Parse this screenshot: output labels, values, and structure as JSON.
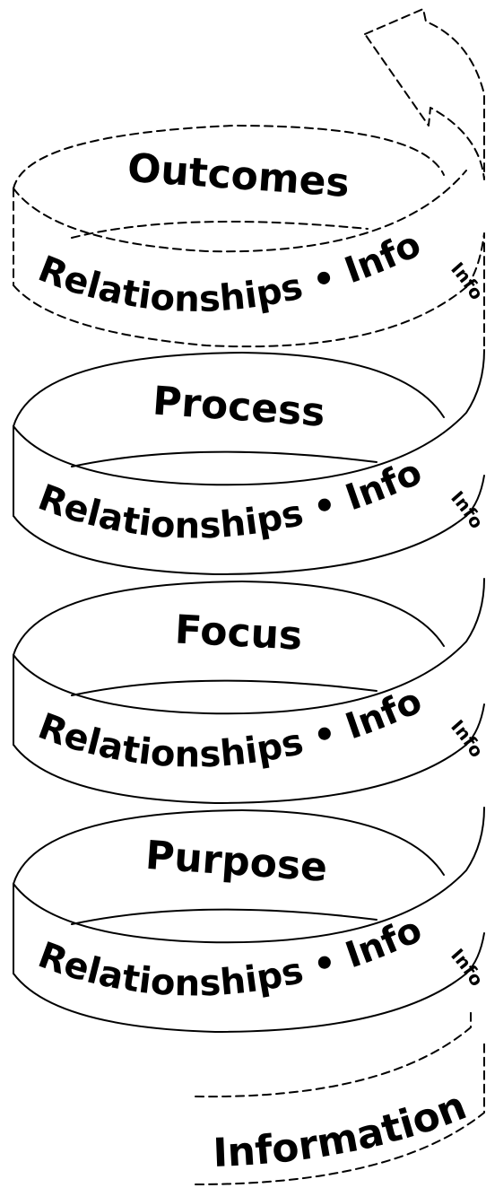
{
  "top_label": "Outcomes",
  "levels": [
    {
      "name": "Process",
      "band_text": "Relationships • Info",
      "side_text": "Info"
    },
    {
      "name": "Focus",
      "band_text": "Relationships • Info",
      "side_text": "Info"
    },
    {
      "name": "Purpose",
      "band_text": "Relationships • Info",
      "side_text": "Info"
    }
  ],
  "top_band": {
    "band_text": "Relationships • Info",
    "side_text": "Info"
  },
  "bottom_label": "Information",
  "colors": {
    "stroke": "#000000",
    "background": "#ffffff"
  }
}
